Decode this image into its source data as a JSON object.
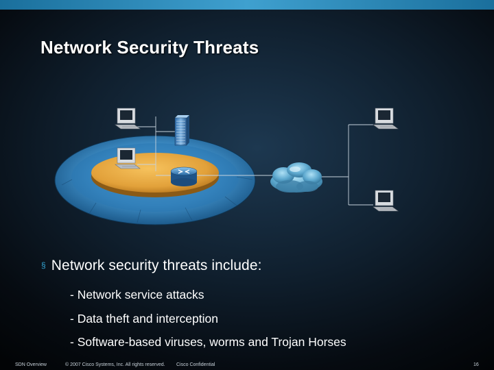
{
  "title": "Network Security Threats",
  "bullet": {
    "marker": "§",
    "text": "Network security threats include:",
    "items": [
      "- Network service attacks",
      "- Data theft and interception",
      "- Software-based viruses, worms and Trojan Horses"
    ]
  },
  "footer": {
    "section": "SDN Overview",
    "copyright": "© 2007 Cisco Systems, Inc. All rights reserved.",
    "confidential": "Cisco Confidential",
    "page": "16"
  },
  "colors": {
    "accent": "#34a5d4",
    "ring": "#3f8fc8",
    "campus_disc": "#e2a13a"
  },
  "diagram": {
    "nodes": [
      "workstation-inside-top",
      "workstation-inside-bottom",
      "server",
      "router",
      "internet-cloud",
      "workstation-outside-top",
      "workstation-outside-bottom"
    ]
  }
}
